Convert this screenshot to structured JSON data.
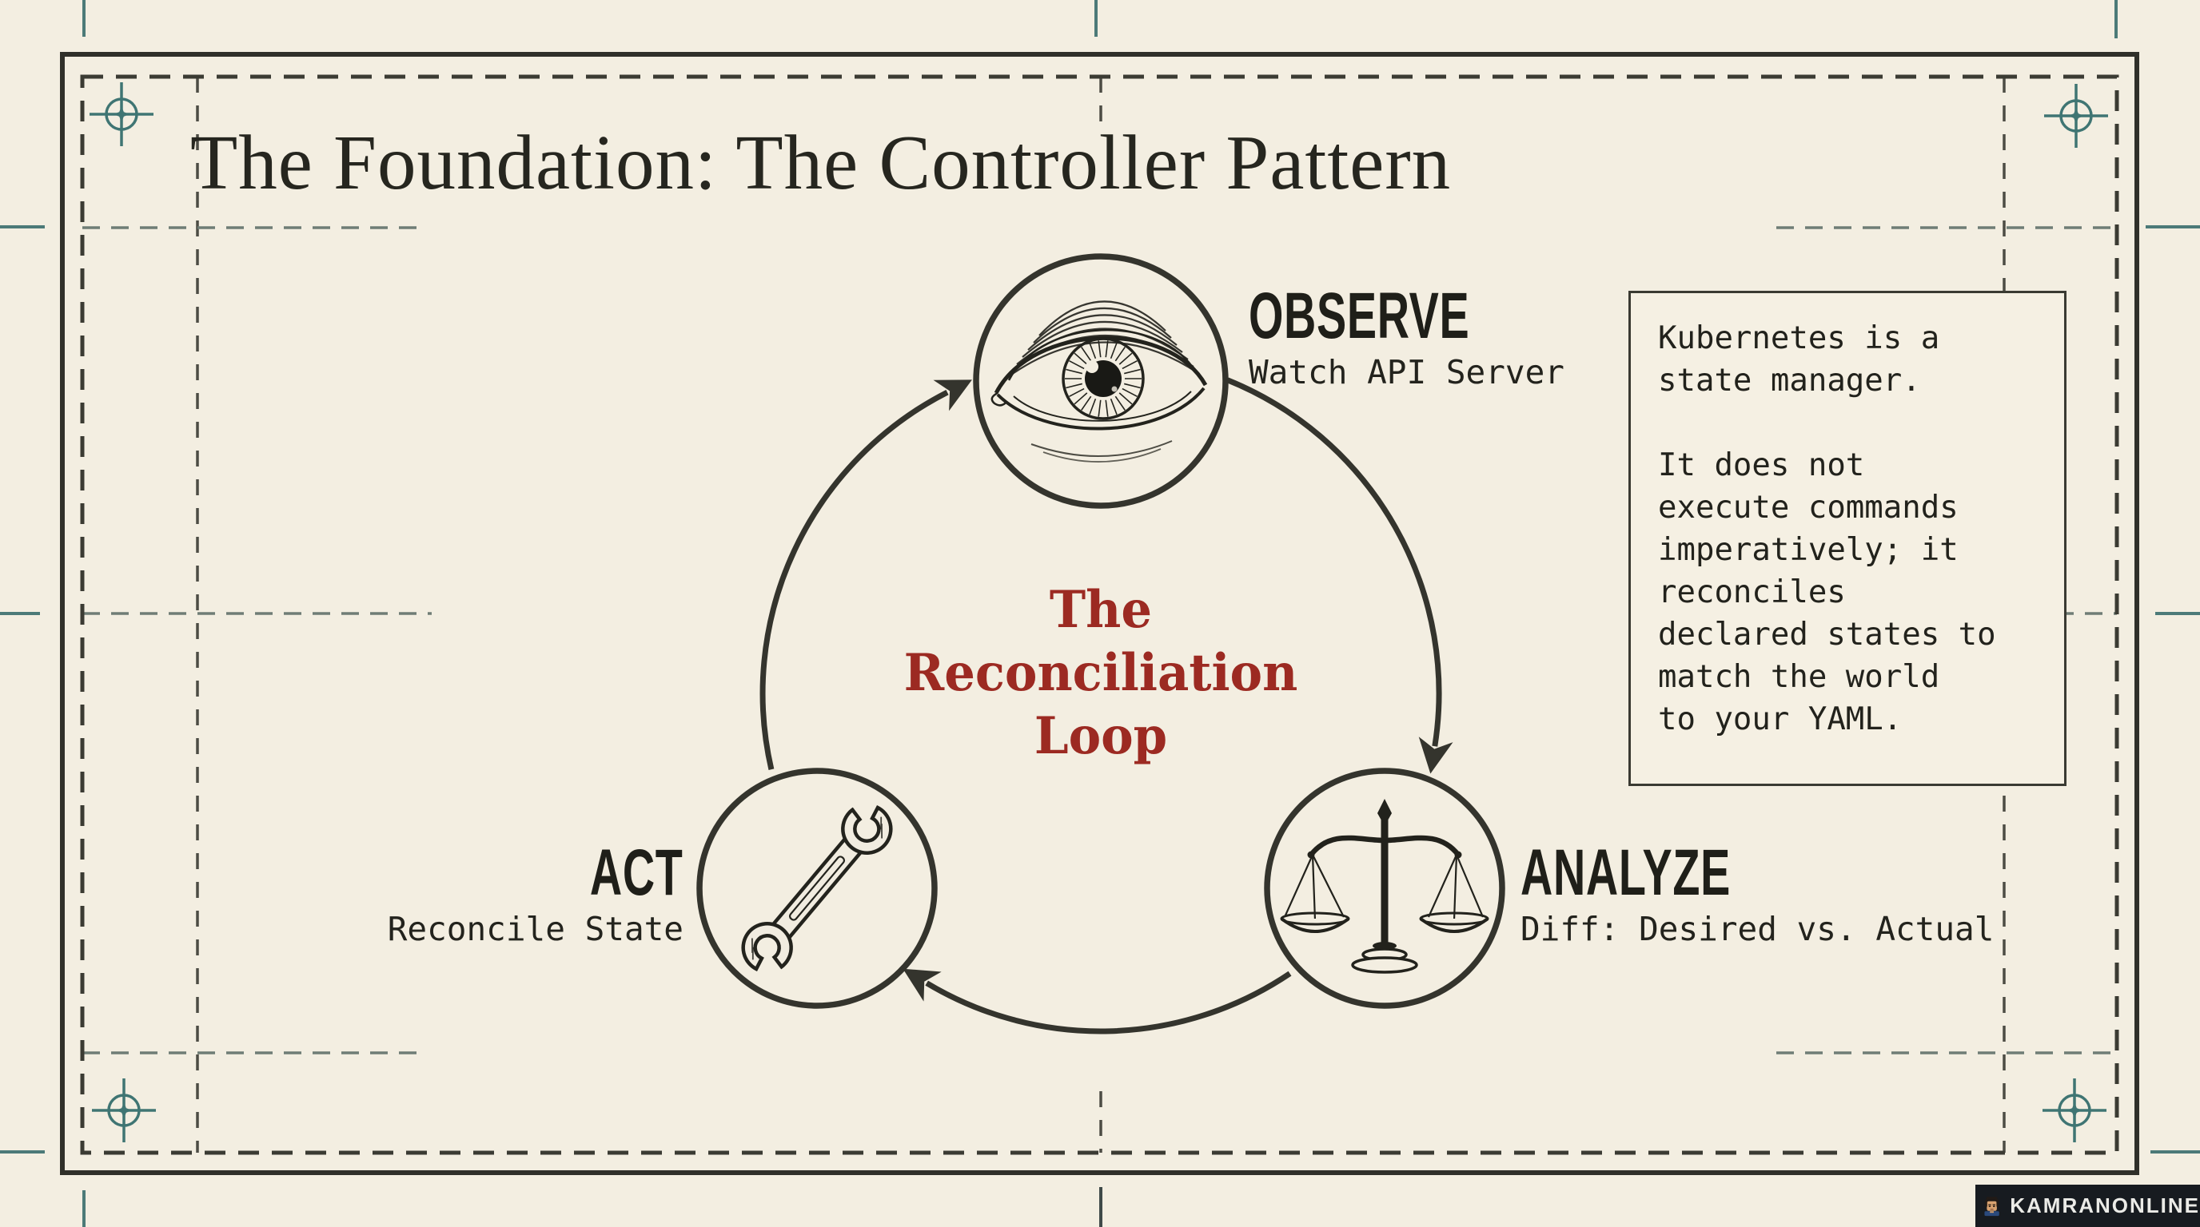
{
  "title": "The Foundation: The Controller Pattern",
  "loop_label": "The\nReconciliation\nLoop",
  "nodes": {
    "observe": {
      "label": "OBSERVE",
      "sublabel": "Watch API Server"
    },
    "analyze": {
      "label": "ANALYZE",
      "sublabel": "Diff: Desired vs. Actual"
    },
    "act": {
      "label": "ACT",
      "sublabel": "Reconcile State"
    }
  },
  "note": {
    "paragraph1": "Kubernetes is a\nstate manager.",
    "paragraph2": "It does not\nexecute commands\nimperatively; it\nreconciles\ndeclared states to\nmatch the world\nto your YAML."
  },
  "watermark": "KAMRANONLINE",
  "colors": {
    "background": "#f3eee1",
    "ink": "#32322b",
    "accent_red": "#9c2a22",
    "teal": "#477876"
  }
}
